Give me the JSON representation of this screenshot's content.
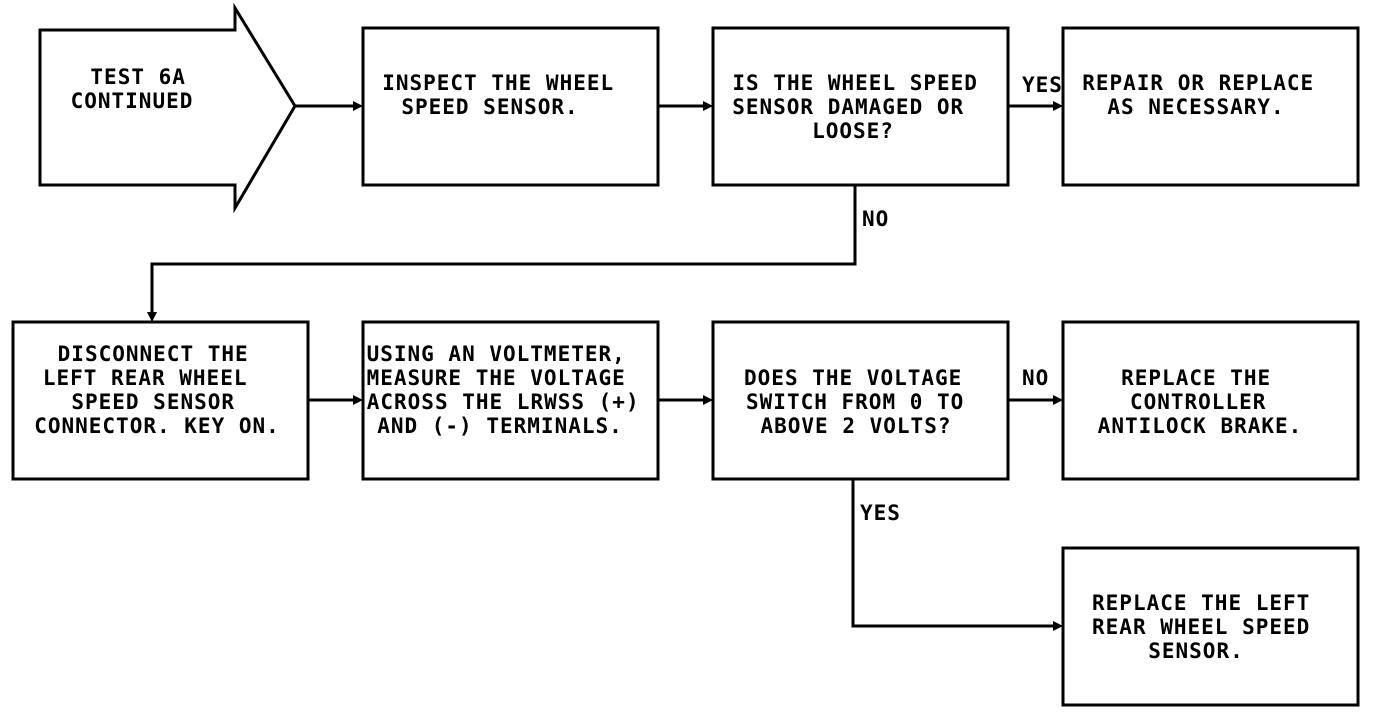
{
  "diagram": {
    "start": {
      "lines": [
        "TEST 6A",
        "CONTINUED"
      ]
    },
    "nodes": {
      "inspect": {
        "lines": [
          "INSPECT THE WHEEL",
          "SPEED SENSOR."
        ]
      },
      "is_damaged": {
        "lines": [
          "IS THE WHEEL SPEED",
          "SENSOR DAMAGED OR",
          "LOOSE?"
        ]
      },
      "repair": {
        "lines": [
          "REPAIR OR REPLACE",
          "AS NECESSARY."
        ]
      },
      "disconnect": {
        "lines": [
          "DISCONNECT THE",
          "LEFT REAR WHEEL",
          "SPEED SENSOR",
          "CONNECTOR. KEY ON."
        ]
      },
      "measure": {
        "lines": [
          "USING AN VOLTMETER,",
          "MEASURE THE VOLTAGE",
          "ACROSS THE LRWSS (+)",
          "AND (-) TERMINALS."
        ]
      },
      "voltage_switch": {
        "lines": [
          "DOES THE VOLTAGE",
          "SWITCH FROM 0 TO",
          "ABOVE 2 VOLTS?"
        ]
      },
      "replace_controller": {
        "lines": [
          "REPLACE THE",
          "CONTROLLER",
          "ANTILOCK BRAKE."
        ]
      },
      "replace_sensor": {
        "lines": [
          "REPLACE THE LEFT",
          "REAR WHEEL SPEED",
          "SENSOR."
        ]
      }
    },
    "edge_labels": {
      "damaged_yes": "YES",
      "damaged_no": "NO",
      "voltage_no": "NO",
      "voltage_yes": "YES"
    }
  }
}
